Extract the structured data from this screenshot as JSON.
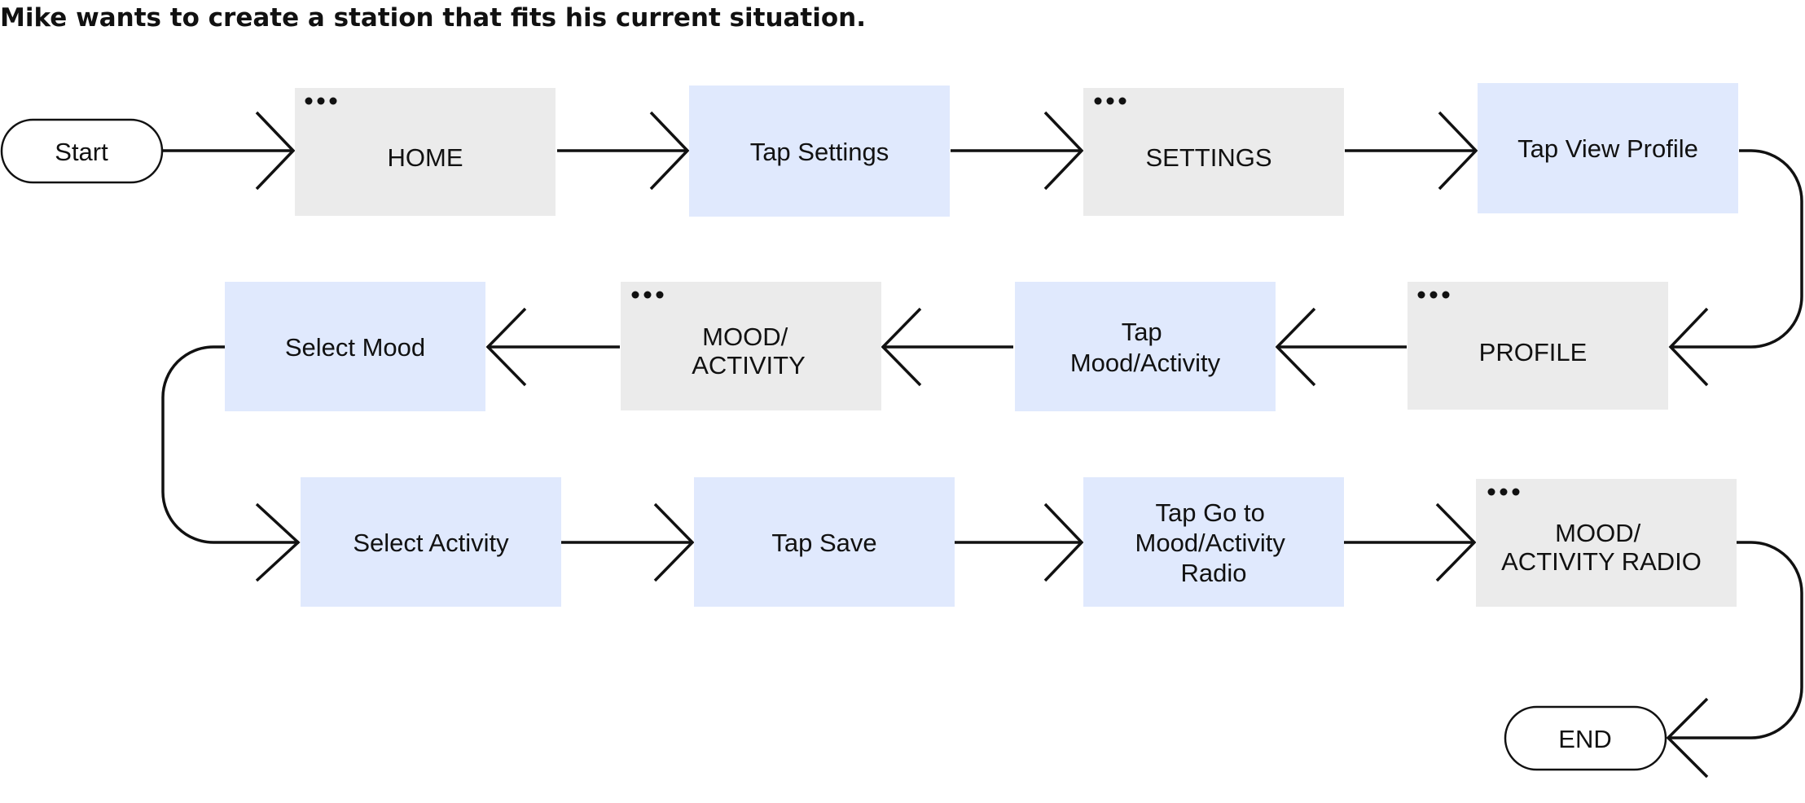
{
  "title": "Mike wants to create a station that fits his current situation.",
  "nodes": {
    "start": {
      "kind": "terminal",
      "lines": [
        "Start"
      ]
    },
    "home": {
      "kind": "screen",
      "lines": [
        "HOME"
      ]
    },
    "tap_settings": {
      "kind": "action",
      "lines": [
        "Tap Settings"
      ]
    },
    "settings": {
      "kind": "screen",
      "lines": [
        "SETTINGS"
      ]
    },
    "tap_view_profile": {
      "kind": "action",
      "lines": [
        "Tap View Profile"
      ]
    },
    "profile": {
      "kind": "screen",
      "lines": [
        "PROFILE"
      ]
    },
    "tap_mood_activity": {
      "kind": "action",
      "lines": [
        "Tap",
        "Mood/Activity"
      ]
    },
    "mood_activity": {
      "kind": "screen",
      "lines": [
        "MOOD/",
        "ACTIVITY"
      ]
    },
    "select_mood": {
      "kind": "action",
      "lines": [
        "Select Mood"
      ]
    },
    "select_activity": {
      "kind": "action",
      "lines": [
        "Select Activity"
      ]
    },
    "tap_save": {
      "kind": "action",
      "lines": [
        "Tap Save"
      ]
    },
    "tap_go_to_radio": {
      "kind": "action",
      "lines": [
        "Tap Go to",
        "Mood/Activity",
        "Radio"
      ]
    },
    "mood_activity_radio": {
      "kind": "screen",
      "lines": [
        "MOOD/",
        "ACTIVITY RADIO"
      ]
    },
    "end": {
      "kind": "terminal",
      "lines": [
        "END"
      ]
    }
  },
  "flow": [
    "start",
    "home",
    "tap_settings",
    "settings",
    "tap_view_profile",
    "profile",
    "tap_mood_activity",
    "mood_activity",
    "select_mood",
    "select_activity",
    "tap_save",
    "tap_go_to_radio",
    "mood_activity_radio",
    "end"
  ],
  "colors": {
    "screen": "#ebebeb",
    "action": "#e0e9fd",
    "stroke": "#111111"
  }
}
